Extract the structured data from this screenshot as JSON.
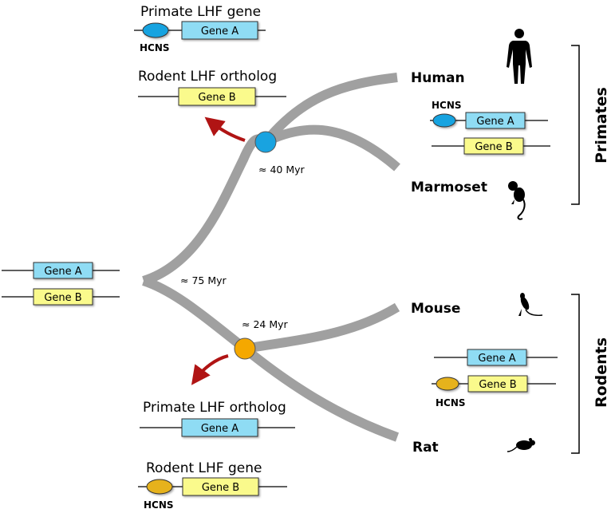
{
  "colors": {
    "gene_a": "#8fdcf4",
    "gene_b": "#fafa8c",
    "hcns_primate": "#19a3e0",
    "hcns_rodent": "#e6b21c",
    "branch": "#a0a0a0",
    "arrow": "#b01414",
    "node_primate": "#19a3e0",
    "node_rodent": "#f5a800"
  },
  "top_left": {
    "primate_title": "Primate LHF gene",
    "gene_a": "Gene A",
    "hcns": "HCNS",
    "rodent_title": "Rodent LHF ortholog",
    "gene_b": "Gene B"
  },
  "ancestral": {
    "gene_a": "Gene A",
    "gene_b": "Gene B"
  },
  "nodes": {
    "root_myr": "≈ 75 Myr",
    "primate_myr": "≈ 40 Myr",
    "rodent_myr": "≈ 24 Myr"
  },
  "species": {
    "human": "Human",
    "marmoset": "Marmoset",
    "mouse": "Mouse",
    "rat": "Rat"
  },
  "species_icons": {
    "human": "human-silhouette",
    "marmoset": "marmoset-silhouette",
    "mouse": "mouse-silhouette",
    "rat": "rat-silhouette"
  },
  "groups": {
    "primates": "Primates",
    "rodents": "Rodents"
  },
  "primate_right": {
    "hcns": "HCNS",
    "gene_a": "Gene A",
    "gene_b": "Gene B"
  },
  "rodent_right": {
    "gene_a": "Gene A",
    "gene_b": "Gene B",
    "hcns": "HCNS"
  },
  "bottom_left": {
    "primate_title": "Primate LHF ortholog",
    "gene_a": "Gene A",
    "rodent_title": "Rodent LHF gene",
    "gene_b": "Gene B",
    "hcns": "HCNS"
  }
}
